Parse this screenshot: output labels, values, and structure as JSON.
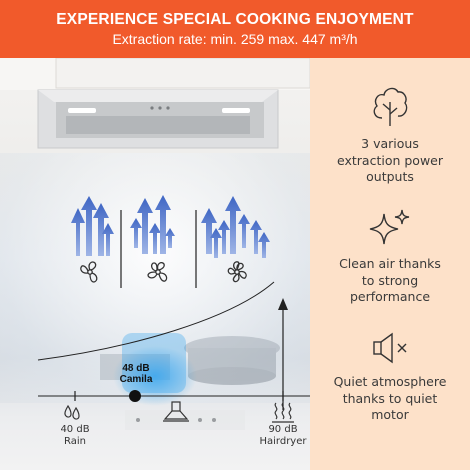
{
  "banner": {
    "title": "EXPERIENCE SPECIAL COOKING ENJOYMENT",
    "subtitle": "Extraction rate: min. 259 max. 447 m³/h"
  },
  "features": [
    {
      "icon": "tree-icon",
      "text_lines": [
        "3 various",
        "extraction power",
        "outputs"
      ]
    },
    {
      "icon": "sparkle-icon",
      "text_lines": [
        "Clean air thanks",
        "to strong",
        "performance"
      ]
    },
    {
      "icon": "speaker-mute-icon",
      "text_lines": [
        "Quiet atmosphere",
        "thanks to quiet",
        "motor"
      ]
    }
  ],
  "noise_scale": {
    "left": {
      "value": "40 dB",
      "label": "Rain",
      "icon": "drops-icon"
    },
    "marker": {
      "value": "48 dB",
      "label": "Camila"
    },
    "center_icon": "hood-icon",
    "right": {
      "value": "90 dB",
      "label": "Hairdryer",
      "icon": "steam-icon"
    }
  },
  "colors": {
    "banner": "#f15a2b",
    "sidebar": "#fde1c9",
    "arrows": "#4f73c8"
  }
}
